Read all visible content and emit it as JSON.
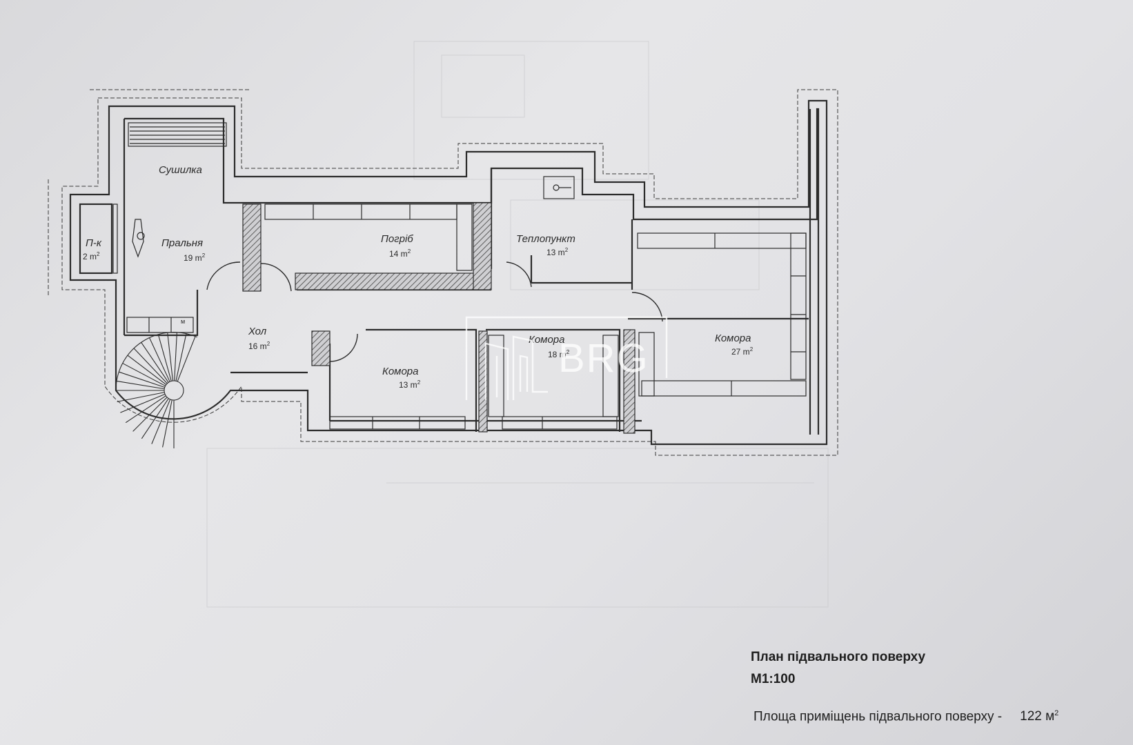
{
  "rooms": [
    {
      "id": "sushylka",
      "name": "Сушилка",
      "area": ""
    },
    {
      "id": "pk",
      "name": "П-к",
      "area": "2 m",
      "unit_sup": "2"
    },
    {
      "id": "pralnia",
      "name": "Пральня",
      "area": "19 m",
      "unit_sup": "2"
    },
    {
      "id": "pohrib",
      "name": "Погріб",
      "area": "14 m",
      "unit_sup": "2"
    },
    {
      "id": "teplopunkt",
      "name": "Теплопункт",
      "area": "13 m",
      "unit_sup": "2"
    },
    {
      "id": "khol",
      "name": "Хол",
      "area": "16 m",
      "unit_sup": "2"
    },
    {
      "id": "komora13",
      "name": "Комора",
      "area": "13 m",
      "unit_sup": "2"
    },
    {
      "id": "komora18",
      "name": "Комора",
      "area": "18 m",
      "unit_sup": "2"
    },
    {
      "id": "komora27",
      "name": "Комора",
      "area": "27 m",
      "unit_sup": "2"
    }
  ],
  "watermark": "BRG",
  "washer_label": "м",
  "plan_title": "План підвального поверху",
  "plan_scale": "М1:100",
  "area_total_label": "Площа приміщень підвального поверху  -",
  "area_total_value": "122 м",
  "area_total_sup": "2",
  "colors": {
    "wall": "#2b2b2b",
    "hatch": "#6a6a6a",
    "paper": "#e2e2e5",
    "watermark": "#ffffff"
  }
}
